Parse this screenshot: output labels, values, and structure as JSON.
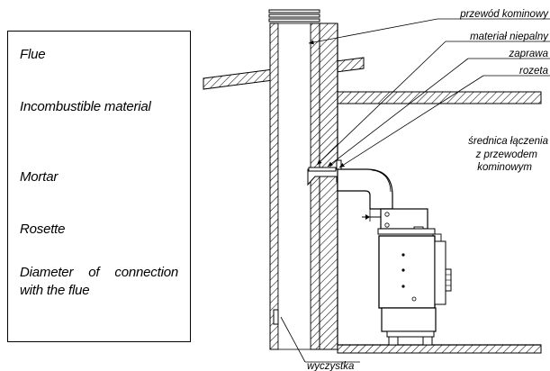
{
  "legend": {
    "items": [
      {
        "label": "Flue"
      },
      {
        "label": "Incombustible material"
      },
      {
        "label": "Mortar"
      },
      {
        "label": "Rosette"
      },
      {
        "label": "Diameter of connection with the flue"
      }
    ]
  },
  "diagram": {
    "labels": {
      "flue": "przewód kominowy",
      "incombustible": "materiał niepalny",
      "mortar": "zaprawa",
      "rosette": "rozeta",
      "diameter_line1": "średnica łączenia",
      "diameter_line2": "z przewodem",
      "diameter_line3": "kominowym",
      "cleanout": "wyczystka"
    }
  }
}
